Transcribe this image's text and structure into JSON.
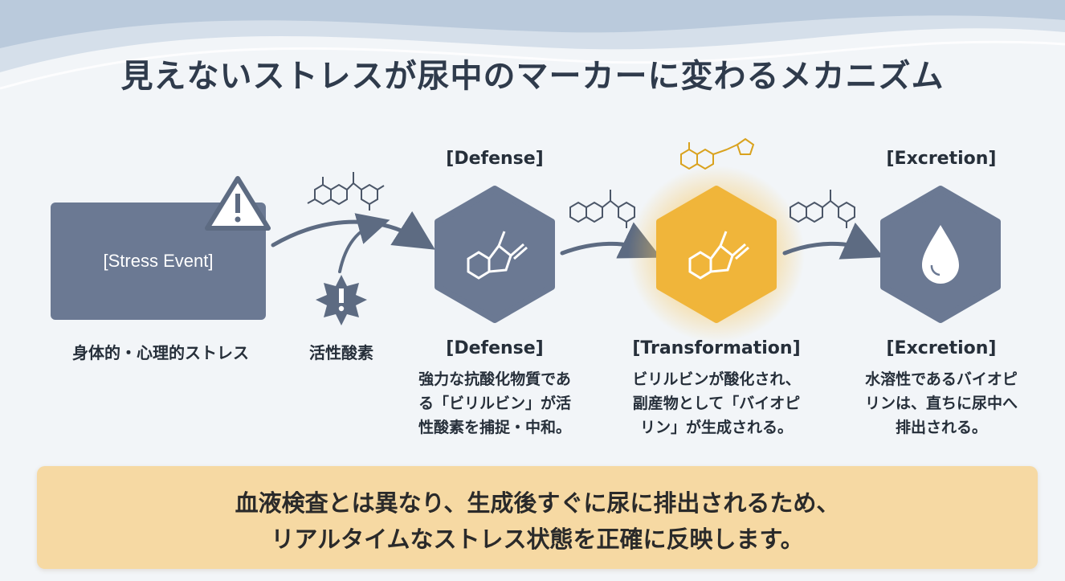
{
  "title": "見えないストレスが尿中のマーカーに変わるメカニズム",
  "stage_top_labels": {
    "defense": "[Defense]",
    "excretion": "[Excretion]"
  },
  "stress": {
    "box_label": "[Stress Event]",
    "caption": "身体的・心理的ストレス"
  },
  "ros": {
    "caption": "活性酸素"
  },
  "defense": {
    "label": "[Defense]",
    "description": [
      "強力な抗酸化物質であ",
      "る「ビリルビン」が活",
      "性酸素を捕捉・中和。"
    ]
  },
  "transformation": {
    "label": "[Transformation]",
    "description": [
      "ビリルビンが酸化され、",
      "副産物として「バイオピ",
      "リン」が生成される。"
    ]
  },
  "excretion": {
    "label": "[Excretion]",
    "description": [
      "水溶性であるバイオピ",
      "リンは、直ちに尿中へ",
      "排出される。"
    ]
  },
  "banner": {
    "line1": "血液検査とは異なり、生成後すぐに尿に排出されるため、",
    "line2": "リアルタイムなストレス状態を正確に反映します。"
  },
  "colors": {
    "slate": "#6b7993",
    "amber": "#f0b53a",
    "banner": "#f6d9a3",
    "arrow": "#5d6b82"
  },
  "icons": [
    "warning-icon",
    "burst-warning-icon",
    "molecule-icon",
    "benzene-ring-icon",
    "water-drop-icon",
    "arrow-icon"
  ]
}
